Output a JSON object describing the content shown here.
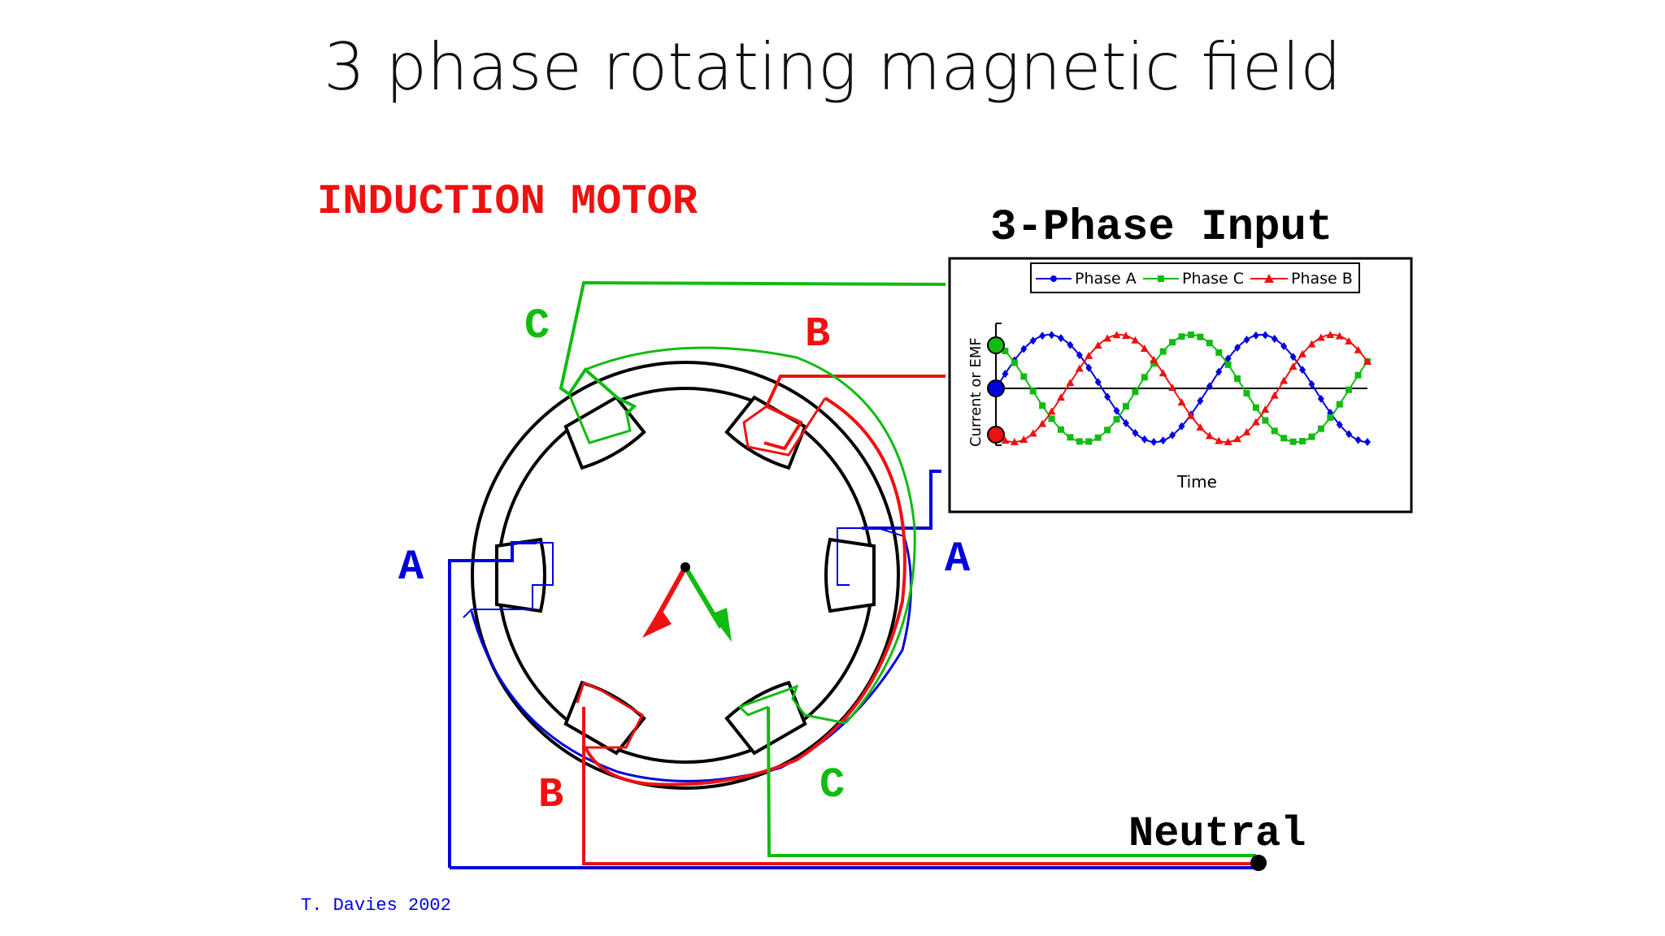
{
  "slide": {
    "title": "3 phase rotating magnetic field"
  },
  "diagram": {
    "heading": "INDUCTION MOTOR",
    "terminal_labels": {
      "c_top": "C",
      "b_top": "B",
      "a_left": "A",
      "a_right": "A",
      "b_bottom": "B",
      "c_bottom": "C"
    },
    "neutral_label": "Neutral",
    "credit": "T. Davies 2002",
    "colors": {
      "phase_a": "#0000dd",
      "phase_b": "#ee1111",
      "phase_c": "#11bb11",
      "ink": "#000000"
    }
  },
  "inset": {
    "heading": "3-Phase Input",
    "legend": [
      "Phase A",
      "Phase C",
      "Phase B"
    ],
    "ylabel": "Current or EMF",
    "xlabel": "Time"
  }
}
